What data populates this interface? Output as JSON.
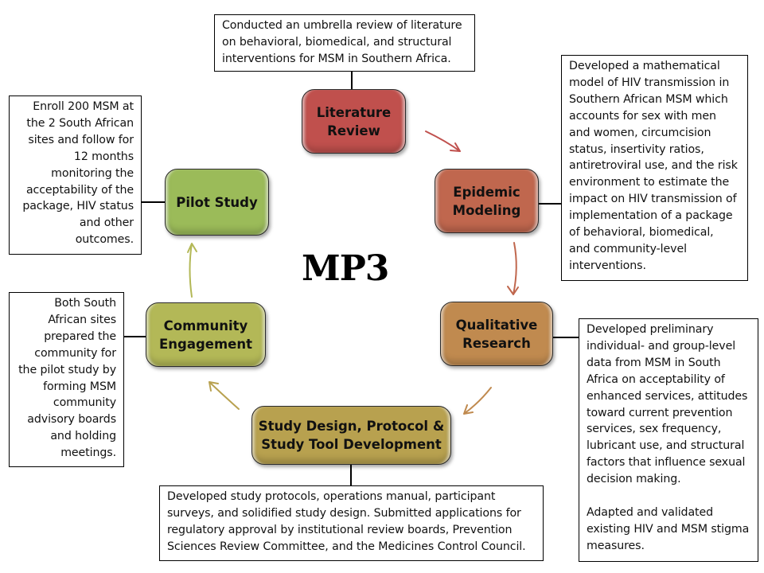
{
  "title": "MP3",
  "nodes": {
    "literature_review": {
      "label": "Literature\nReview",
      "color": "#c0504d"
    },
    "epidemic_modeling": {
      "label": "Epidemic\nModeling",
      "color": "#c0674e"
    },
    "qualitative_research": {
      "label": "Qualitative\nResearch",
      "color": "#c08a4f"
    },
    "study_design": {
      "label": "Study Design, Protocol &\nStudy Tool Development",
      "color": "#b8a14f"
    },
    "community_engagement": {
      "label": "Community\nEngagement",
      "color": "#b3b857"
    },
    "pilot_study": {
      "label": "Pilot Study",
      "color": "#9bbb59"
    }
  },
  "descriptions": {
    "literature_review": "Conducted an umbrella review of literature\non behavioral, biomedical, and structural\ninterventions for MSM in Southern Africa.",
    "epidemic_modeling": "Developed a mathematical\nmodel of HIV transmission in\nSouthern African MSM which\naccounts for sex with men\nand women, circumcision\nstatus, insertivity ratios,\nantiretroviral use, and the risk\nenvironment to estimate the\nimpact on HIV transmission of\nimplementation of a package\nof behavioral, biomedical,\nand community-level\ninterventions.",
    "qualitative_research": "Developed preliminary\nindividual- and group-level\ndata from MSM in South\nAfrica on acceptability of\nenhanced services, attitudes\ntoward current prevention\nservices, sex frequency,\nlubricant use, and structural\nfactors that influence sexual\ndecision making.\n\nAdapted and validated\nexisting HIV and MSM stigma\nmeasures.",
    "study_design": "Developed study protocols, operations manual, participant\nsurveys, and solidified study design. Submitted applications for\nregulatory approval by institutional review boards, Prevention\nSciences Review Committee, and the Medicines Control Council.",
    "community_engagement": "Both South\nAfrican sites\nprepared the\ncommunity for\nthe pilot study by\nforming MSM\ncommunity\nadvisory boards\nand holding\nmeetings.",
    "pilot_study": "Enroll 200 MSM at\nthe 2 South African\nsites and follow for\n12 months\nmonitoring the\nacceptability of the\npackage, HIV status\nand other\noutcomes."
  },
  "arrow_colors": {
    "lit_to_epi": "#c0504d",
    "epi_to_qual": "#c0674e",
    "qual_to_design": "#c08a4f",
    "design_to_community": "#b8a14f",
    "community_to_pilot": "#b3b857"
  }
}
